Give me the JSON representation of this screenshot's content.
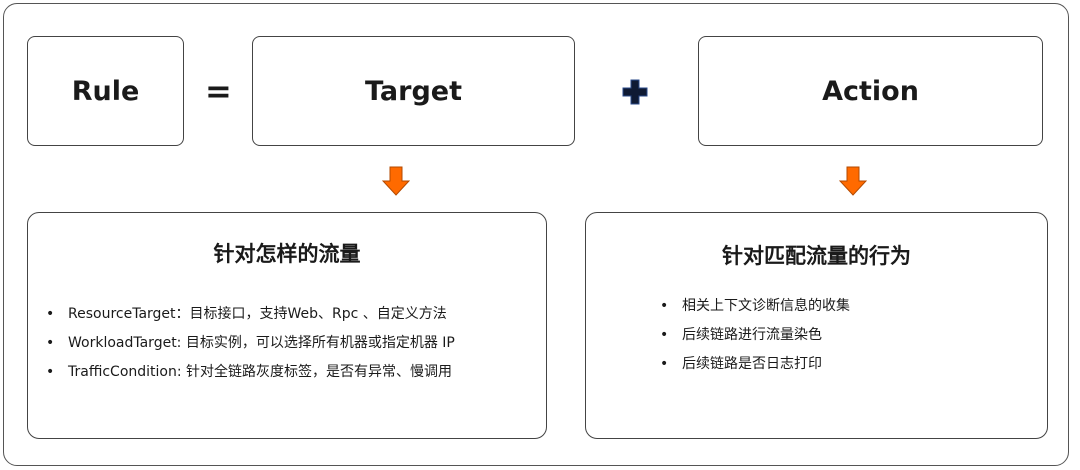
{
  "top": {
    "rule": "Rule",
    "equals": "=",
    "target": "Target",
    "action": "Action"
  },
  "colors": {
    "arrow": "#ff6a00",
    "plus": "#0f1a33"
  },
  "left_panel": {
    "title": "针对怎样的流量",
    "items": [
      "ResourceTarget：目标接口，支持Web、Rpc 、自定义方法",
      "WorkloadTarget: 目标实例，可以选择所有机器或指定机器 IP",
      "TrafficCondition: 针对全链路灰度标签，是否有异常、慢调用"
    ]
  },
  "right_panel": {
    "title": "针对匹配流量的行为",
    "items": [
      "相关上下文诊断信息的收集",
      "后续链路进行流量染色",
      "后续链路是否日志打印"
    ]
  }
}
